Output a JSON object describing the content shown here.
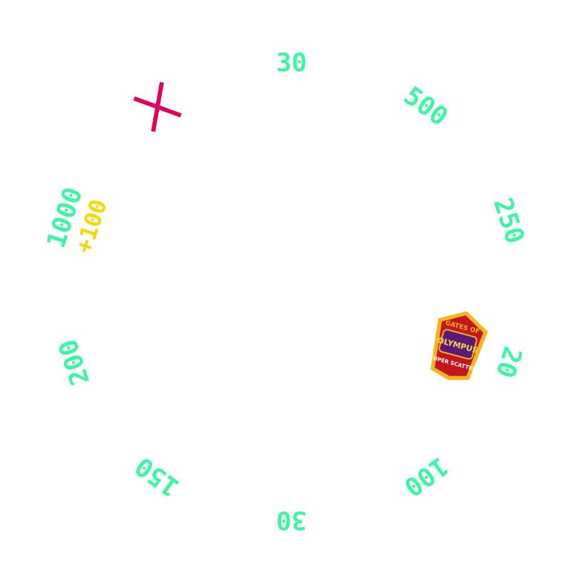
{
  "wheel": {
    "segments": [
      {
        "type": "value",
        "value": "30"
      },
      {
        "type": "value",
        "value": "500"
      },
      {
        "type": "value",
        "value": "250"
      },
      {
        "type": "symbol",
        "symbol": "gates-of-olympus-super-scatter-logo",
        "value": "20"
      },
      {
        "type": "value",
        "value": "100"
      },
      {
        "type": "value",
        "value": "30"
      },
      {
        "type": "value",
        "value": "150"
      },
      {
        "type": "value",
        "value": "200"
      },
      {
        "type": "value",
        "value": "1000",
        "bonus": "+100"
      },
      {
        "type": "symbol",
        "symbol": "x-icon"
      }
    ]
  },
  "logo": {
    "title": "GATES OF",
    "name": "OLYMPUS",
    "subtitle": "SUPER SCATTER"
  },
  "colors": {
    "value_text": "#3ff5a1",
    "bonus_text": "#f5d800",
    "cross": "#e2005f",
    "logo_red": "#c4161c",
    "logo_gold": "#f2b51c",
    "logo_purple": "#5a1a7a"
  }
}
